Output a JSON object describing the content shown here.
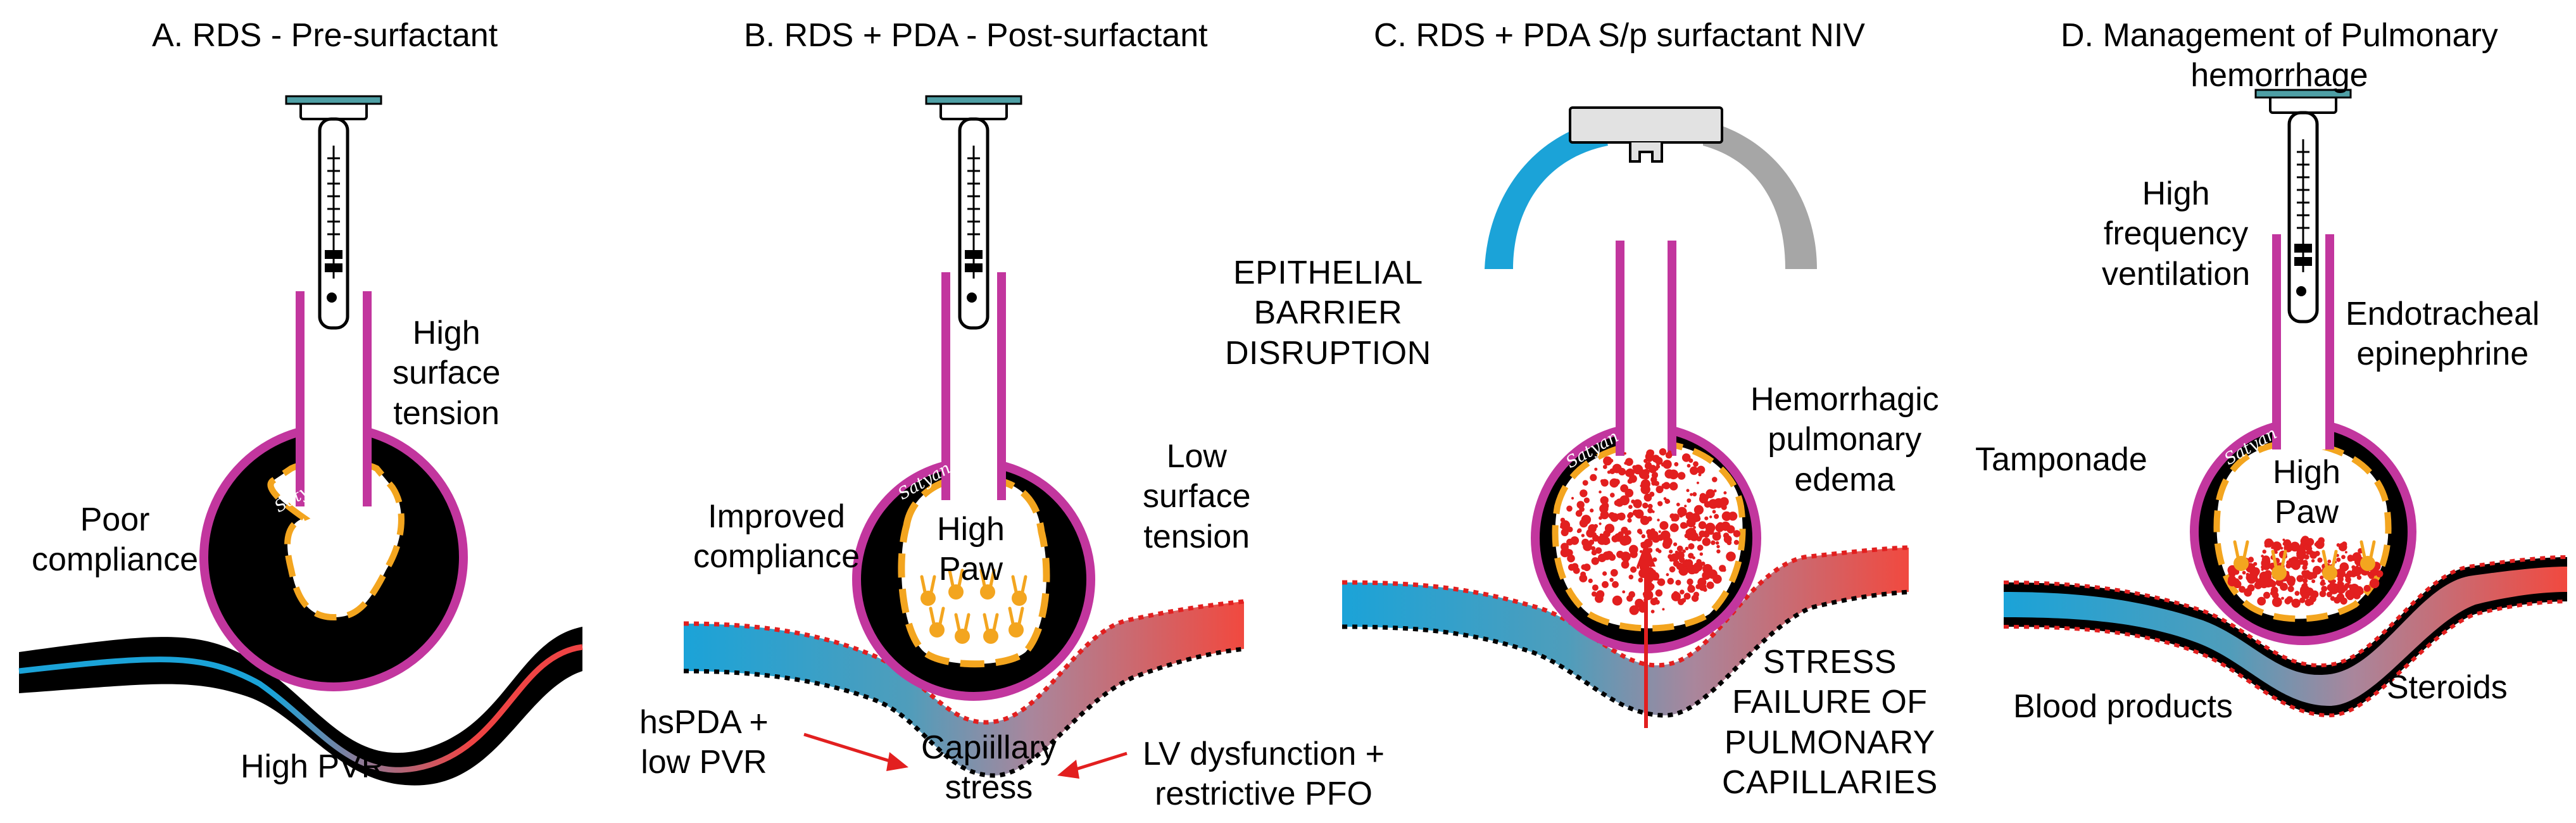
{
  "panels": [
    {
      "title": "A. RDS - Pre-surfactant",
      "labels": {
        "surface_tension": [
          "High",
          "surface",
          "tension"
        ],
        "compliance": [
          "Poor",
          "compliance"
        ],
        "pvr": "High PVR"
      }
    },
    {
      "title": "B. RDS + PDA - Post-surfactant",
      "labels": {
        "compliance": [
          "Improved",
          "compliance"
        ],
        "paw": [
          "High",
          "Paw"
        ],
        "surface_tension": [
          "Low",
          "surface",
          "tension"
        ],
        "left_cause": [
          "hsPDA +",
          "low PVR"
        ],
        "center_effect": [
          "Capiillary",
          "stress"
        ],
        "right_cause": [
          "LV dysfunction +",
          "restrictive PFO"
        ]
      }
    },
    {
      "title": "C. RDS + PDA S/p surfactant NIV",
      "labels": {
        "barrier": [
          "EPITHELIAL",
          "BARRIER",
          "DISRUPTION"
        ],
        "edema": [
          "Hemorrhagic",
          "pulmonary",
          "edema"
        ],
        "stress": [
          "STRESS",
          "FAILURE OF",
          "PULMONARY",
          "CAPILLARIES"
        ]
      }
    },
    {
      "title": [
        "D. Management of Pulmonary",
        "hemorrhage"
      ],
      "labels": {
        "hfv": [
          "High",
          "frequency",
          "ventilation"
        ],
        "epinephrine": [
          "Endotracheal",
          "epinephrine"
        ],
        "tamponade": "Tamponade",
        "paw": [
          "High",
          "Paw"
        ],
        "blood": "Blood products",
        "steroids": "Steroids"
      }
    }
  ],
  "brand_mark": "Satyan",
  "colors": {
    "tube": "#c2369e",
    "alveolus_wall": "#c2369e",
    "alveolus_fill": "#000000",
    "surfactant": "#f3a51f",
    "capillary_venous": "#1ba3d8",
    "capillary_arterial": "#ef4444",
    "hemorrhage": "#e21f1f",
    "arrow": "#e21f1f",
    "circuit_blue": "#1ba3d8",
    "circuit_gray": "#a6a6a6"
  },
  "icons": [
    "endotracheal-tube-icon",
    "alveolus-icon",
    "capillary-icon",
    "surfactant-molecule-icon",
    "nasal-interface-icon"
  ]
}
